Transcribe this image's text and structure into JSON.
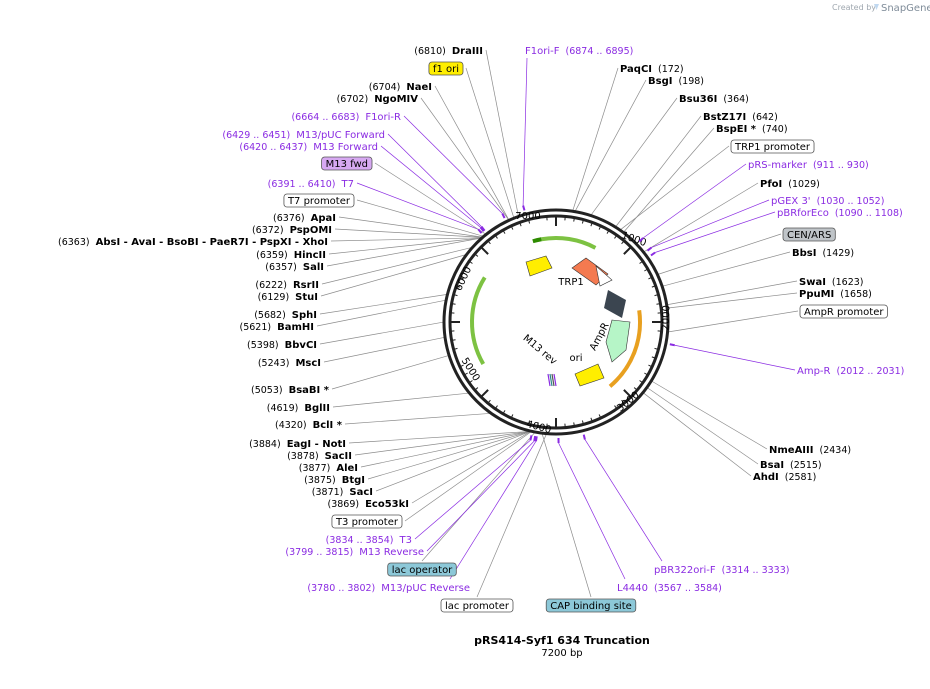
{
  "credit": {
    "prefix": "Created by",
    "brand": "SnapGene"
  },
  "plasmid": {
    "name": "pRS414-Syf1 634 Truncation",
    "length_label": "7200 bp",
    "length": 7200
  },
  "ruler_ticks": [
    "1000",
    "2000",
    "3000",
    "4000",
    "5000",
    "6000",
    "7000"
  ],
  "feature_arrows": [
    {
      "label": "TRP1",
      "color": "#f47a50"
    },
    {
      "label": "AmpR",
      "color": "#b6f5c7"
    },
    {
      "label": "ori",
      "color": "#ffee00"
    },
    {
      "label": "M13 rev",
      "color": "#a8a8a8"
    }
  ],
  "colors": {
    "primer": "#8a2be2",
    "leader": "#8c8c8c",
    "backbone": "#222222"
  },
  "right_labels": [
    {
      "kind": "site",
      "name": "PaqCI",
      "pos": "(172)"
    },
    {
      "kind": "site",
      "name": "BsgI",
      "pos": "(198)"
    },
    {
      "kind": "site",
      "name": "Bsu36I",
      "pos": "(364)"
    },
    {
      "kind": "site",
      "name": "BstZ17I",
      "pos": "(642)"
    },
    {
      "kind": "site",
      "name": "BspEI  *",
      "pos": "(740)"
    },
    {
      "kind": "box",
      "name": "TRP1 promoter"
    },
    {
      "kind": "primer",
      "name": "pRS-marker",
      "pos": "(911 .. 930)"
    },
    {
      "kind": "site",
      "name": "PfoI",
      "pos": "(1029)"
    },
    {
      "kind": "primer",
      "name": "pGEX 3'",
      "pos": "(1030 .. 1052)"
    },
    {
      "kind": "primer",
      "name": "pBRforEco",
      "pos": "(1090 .. 1108)"
    },
    {
      "kind": "box",
      "name": "CEN/ARS"
    },
    {
      "kind": "site",
      "name": "BbsI",
      "pos": "(1429)"
    },
    {
      "kind": "site",
      "name": "SwaI",
      "pos": "(1623)"
    },
    {
      "kind": "site",
      "name": "PpuMI",
      "pos": "(1658)"
    },
    {
      "kind": "box",
      "name": "AmpR promoter"
    },
    {
      "kind": "primer",
      "name": "Amp-R",
      "pos": "(2012 .. 2031)"
    },
    {
      "kind": "site",
      "name": "NmeAIII",
      "pos": "(2434)"
    },
    {
      "kind": "site",
      "name": "BsaI",
      "pos": "(2515)"
    },
    {
      "kind": "site",
      "name": "AhdI",
      "pos": "(2581)"
    }
  ],
  "bottom_labels": [
    {
      "kind": "primer",
      "name": "pBR322ori-F",
      "pos": "(3314 .. 3333)"
    },
    {
      "kind": "primer",
      "name": "L4440",
      "pos": "(3567 .. 3584)"
    },
    {
      "kind": "box",
      "name": "CAP binding site"
    },
    {
      "kind": "box",
      "name": "lac promoter"
    },
    {
      "kind": "primer",
      "name": "M13/pUC Reverse",
      "pos": "(3780 .. 3802)"
    },
    {
      "kind": "box",
      "name": "lac operator"
    }
  ],
  "left_labels": [
    {
      "kind": "primer",
      "name": "M13 Reverse",
      "pos": "(3799 .. 3815)"
    },
    {
      "kind": "primer",
      "name": "T3",
      "pos": "(3834 .. 3854)"
    },
    {
      "kind": "box",
      "name": "T3 promoter"
    },
    {
      "kind": "site",
      "name": "Eco53kI",
      "pos": "(3869)"
    },
    {
      "kind": "site",
      "name": "SacI",
      "pos": "(3871)"
    },
    {
      "kind": "site",
      "name": "BtgI",
      "pos": "(3875)"
    },
    {
      "kind": "site",
      "name": "AleI",
      "pos": "(3877)"
    },
    {
      "kind": "site",
      "name": "SacII",
      "pos": "(3878)"
    },
    {
      "kind": "site",
      "name": "EagI  - NotI",
      "pos": "(3884)"
    },
    {
      "kind": "site",
      "name": "BclI  *",
      "pos": "(4320)"
    },
    {
      "kind": "site",
      "name": "BglII",
      "pos": "(4619)"
    },
    {
      "kind": "site",
      "name": "BsaBI  *",
      "pos": "(5053)"
    },
    {
      "kind": "site",
      "name": "MscI",
      "pos": "(5243)"
    },
    {
      "kind": "site",
      "name": "BbvCI",
      "pos": "(5398)"
    },
    {
      "kind": "site",
      "name": "BamHI",
      "pos": "(5621)"
    },
    {
      "kind": "site",
      "name": "SphI",
      "pos": "(5682)"
    },
    {
      "kind": "site",
      "name": "StuI",
      "pos": "(6129)"
    },
    {
      "kind": "site",
      "name": "RsrII",
      "pos": "(6222)"
    },
    {
      "kind": "site",
      "name": "SalI",
      "pos": "(6357)"
    },
    {
      "kind": "site",
      "name": "HincII",
      "pos": "(6359)"
    },
    {
      "kind": "site",
      "name": "AbsI  - AvaI  - BsoBI  - PaeR7I  - PspXI  - XhoI",
      "pos": "(6363)"
    },
    {
      "kind": "site",
      "name": "PspOMI",
      "pos": "(6372)"
    },
    {
      "kind": "site",
      "name": "ApaI",
      "pos": "(6376)"
    },
    {
      "kind": "box",
      "name": "T7 promoter"
    },
    {
      "kind": "primer",
      "name": "T7",
      "pos": "(6391 .. 6410)"
    },
    {
      "kind": "box",
      "name": "M13 fwd"
    },
    {
      "kind": "primer",
      "name": "M13 Forward",
      "pos": "(6420 .. 6437)"
    },
    {
      "kind": "primer",
      "name": "M13/pUC Forward",
      "pos": "(6429 .. 6451)"
    },
    {
      "kind": "primer",
      "name": "F1ori-R",
      "pos": "(6664 .. 6683)"
    },
    {
      "kind": "site",
      "name": "NgoMIV",
      "pos": "(6702)"
    },
    {
      "kind": "site",
      "name": "NaeI",
      "pos": "(6704)"
    },
    {
      "kind": "box",
      "name": "f1 ori"
    },
    {
      "kind": "site",
      "name": "DraIII",
      "pos": "(6810)"
    }
  ],
  "top_labels": [
    {
      "kind": "primer",
      "name": "F1ori-F",
      "pos": "(6874 .. 6895)"
    }
  ]
}
